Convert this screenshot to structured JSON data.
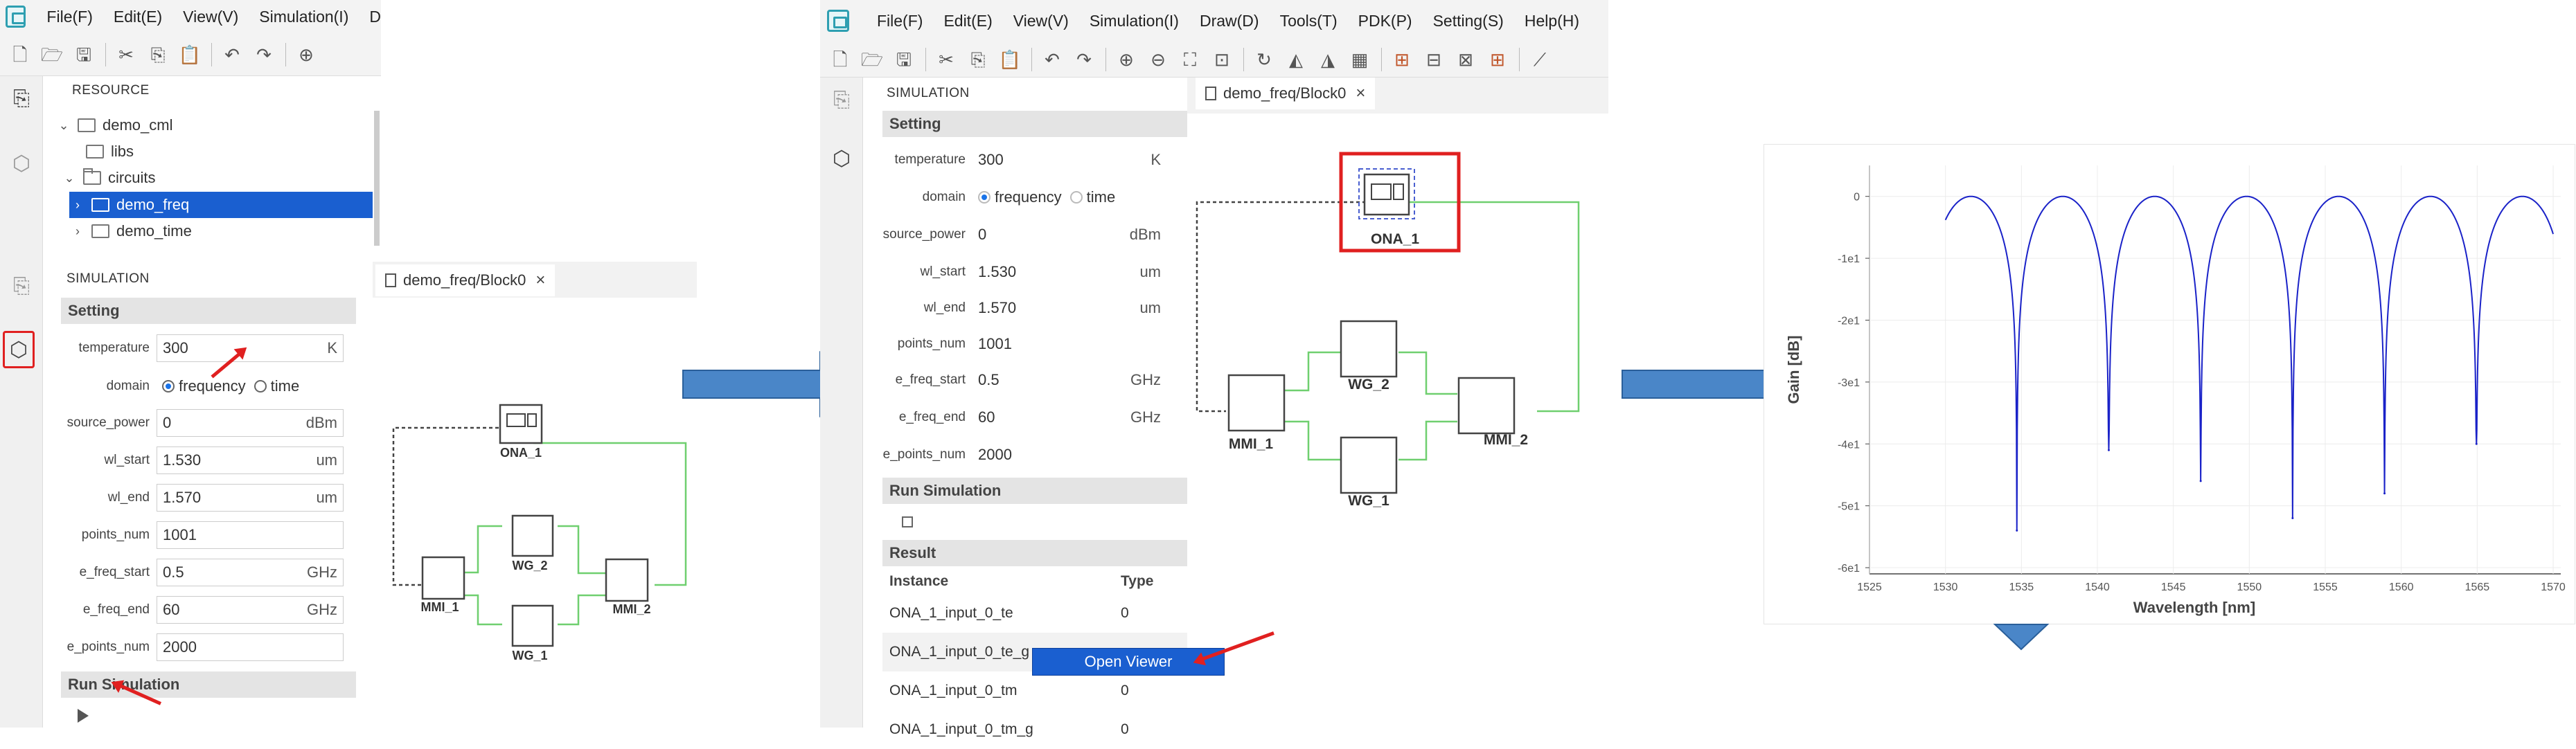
{
  "colors": {
    "accent": "#1a5fd0",
    "annotation": "#e02020",
    "wire_green": "#6fcf6f",
    "flow_arrow": "#4a86c8",
    "curve": "#1a22c8"
  },
  "menu": {
    "file": "File(F)",
    "edit": "Edit(E)",
    "view": "View(V)",
    "simulation": "Simulation(I)",
    "draw": "Draw(D)",
    "tools": "Tools(T)",
    "pdk": "PDK(P)",
    "setting": "Setting(S)",
    "help": "Help(H)",
    "draw_cut": "D"
  },
  "resource": {
    "title": "RESOURCE",
    "items": [
      {
        "label": "demo_cml"
      },
      {
        "label": "libs"
      },
      {
        "label": "circuits"
      },
      {
        "label": "demo_freq"
      },
      {
        "label": "demo_time"
      }
    ]
  },
  "simulation": {
    "title": "SIMULATION",
    "setting_label": "Setting",
    "fields": [
      {
        "label": "temperature",
        "value": "300",
        "unit": "K"
      },
      {
        "label": "domain",
        "value": "",
        "unit": ""
      },
      {
        "label": "source_power",
        "value": "0",
        "unit": "dBm"
      },
      {
        "label": "wl_start",
        "value": "1.530",
        "unit": "um"
      },
      {
        "label": "wl_end",
        "value": "1.570",
        "unit": "um"
      },
      {
        "label": "points_num",
        "value": "1001",
        "unit": ""
      },
      {
        "label": "e_freq_start",
        "value": "0.5",
        "unit": "GHz"
      },
      {
        "label": "e_freq_end",
        "value": "60",
        "unit": "GHz"
      },
      {
        "label": "e_points_num",
        "value": "2000",
        "unit": ""
      }
    ],
    "domain_options": {
      "frequency": "frequency",
      "time": "time"
    },
    "run_label": "Run Simulation",
    "result_label": "Result",
    "result_cols": {
      "instance": "Instance",
      "type": "Type"
    },
    "result_rows": [
      {
        "instance": "ONA_1_input_0_te",
        "type": "0"
      },
      {
        "instance": "ONA_1_input_0_te_g",
        "type": ""
      },
      {
        "instance": "ONA_1_input_0_tm",
        "type": "0"
      },
      {
        "instance": "ONA_1_input_0_tm_g",
        "type": "0"
      }
    ],
    "context_menu": "Open Viewer"
  },
  "tab": {
    "label": "demo_freq/Block0"
  },
  "schematic": {
    "ona": "ONA_1",
    "mmi1": "MMI_1",
    "mmi2": "MMI_2",
    "wg1": "WG_1",
    "wg2": "WG_2"
  },
  "chart_data": {
    "type": "line",
    "xlabel": "Wavelength [nm]",
    "ylabel": "Gain [dB]",
    "xlim": [
      1525,
      1570.5
    ],
    "ylim": [
      -6.1,
      0.5
    ],
    "xticks": [
      "1525",
      "1530",
      "1535",
      "1540",
      "1545",
      "1550",
      "1555",
      "1560",
      "1565",
      "1570"
    ],
    "yticks": [
      "0",
      "-1e1",
      "-2e1",
      "-3e1",
      "-4e1",
      "-5e1",
      "-6e1"
    ],
    "series": [
      {
        "fsr_nm": 6.05,
        "center_nm": 1534.7,
        "x_range": [
          1530,
          1570
        ],
        "dips": [
          {
            "x": 1534.7,
            "y": -5.4
          },
          {
            "x": 1540.75,
            "y": -4.1
          },
          {
            "x": 1546.8,
            "y": -4.6
          },
          {
            "x": 1552.85,
            "y": -5.2
          },
          {
            "x": 1558.9,
            "y": -4.8
          },
          {
            "x": 1564.95,
            "y": -4.0
          }
        ],
        "start": {
          "x": 1530,
          "y": -0.35
        },
        "end": {
          "x": 1570,
          "y": -0.3
        }
      }
    ],
    "grid": true
  }
}
